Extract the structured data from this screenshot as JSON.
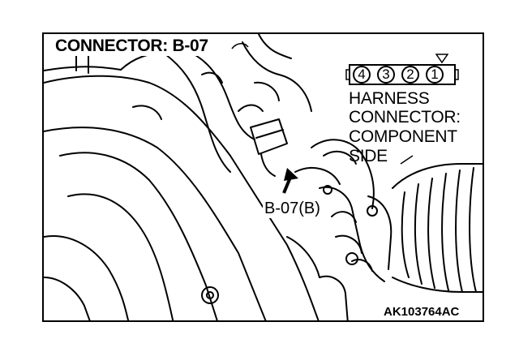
{
  "title": "CONNECTOR: B-07",
  "connector_pins": [
    "4",
    "3",
    "2",
    "1"
  ],
  "view_label": {
    "line1": "HARNESS",
    "line2": "CONNECTOR:",
    "line3": "COMPONENT",
    "line4": "SIDE"
  },
  "callout_label": "B-07(B)",
  "figure_code": "AK103764AC"
}
